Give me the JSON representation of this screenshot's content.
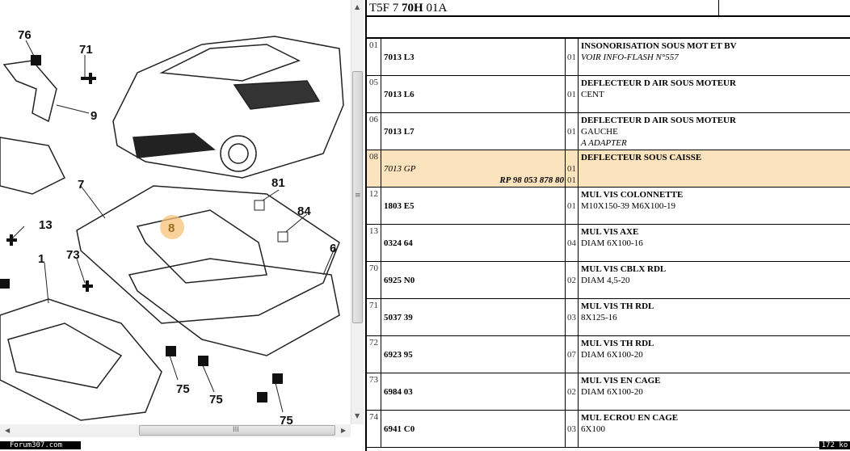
{
  "diagram": {
    "callouts": [
      "76",
      "71",
      "9",
      "7",
      "8",
      "81",
      "84",
      "6",
      "13",
      "1",
      "73",
      "75",
      "75",
      "75"
    ],
    "highlight_color": "#f5c27a"
  },
  "footer": {
    "site": "Forum307.com",
    "size": "172 ko"
  },
  "header": {
    "code_prefix": "T5F 7 ",
    "code_bold": "70H",
    "code_suffix": " 01A"
  },
  "rows": [
    {
      "num": "01",
      "ref": "7013 L3",
      "qty": "01",
      "title": "INSONORISATION SOUS MOT ET BV",
      "sub": [
        "VOIR INFO-FLASH N°557"
      ],
      "sub_italic": true
    },
    {
      "num": "05",
      "ref": "7013 L6",
      "qty": "01",
      "title": "DEFLECTEUR D AIR SOUS MOTEUR",
      "sub": [
        "CENT"
      ]
    },
    {
      "num": "06",
      "ref": "7013 L7",
      "qty": "01",
      "title": "DEFLECTEUR D AIR SOUS MOTEUR",
      "sub": [
        "GAUCHE",
        "A ADAPTER"
      ]
    },
    {
      "num": "08",
      "ref": "7013 GP",
      "ref2": "RP 98 053 878 80",
      "qty": "01",
      "qty2": "01",
      "title": "DEFLECTEUR SOUS CAISSE",
      "sub": [],
      "highlight": true
    },
    {
      "num": "12",
      "ref": "1803 E5",
      "qty": "01",
      "title": "MUL VIS COLONNETTE",
      "sub": [
        "M10X150-39 M6X100-19"
      ]
    },
    {
      "num": "13",
      "ref": "0324 64",
      "qty": "04",
      "title": "MUL VIS AXE",
      "sub": [
        "DIAM 6X100-16"
      ]
    },
    {
      "num": "70",
      "ref": "6925 N0",
      "qty": "02",
      "title": "MUL VIS CBLX RDL",
      "sub": [
        "DIAM 4,5-20"
      ]
    },
    {
      "num": "71",
      "ref": "5037 39",
      "qty": "03",
      "title": "MUL VIS TH RDL",
      "sub": [
        "8X125-16"
      ]
    },
    {
      "num": "72",
      "ref": "6923 95",
      "qty": "07",
      "title": "MUL VIS TH RDL",
      "sub": [
        "DIAM 6X100-20"
      ]
    },
    {
      "num": "73",
      "ref": "6984 03",
      "qty": "02",
      "title": "MUL VIS EN CAGE",
      "sub": [
        "DIAM 6X100-20"
      ]
    },
    {
      "num": "74",
      "ref": "6941 C0",
      "qty": "03",
      "title": "MUL ECROU EN CAGE",
      "sub": [
        "6X100"
      ]
    }
  ]
}
